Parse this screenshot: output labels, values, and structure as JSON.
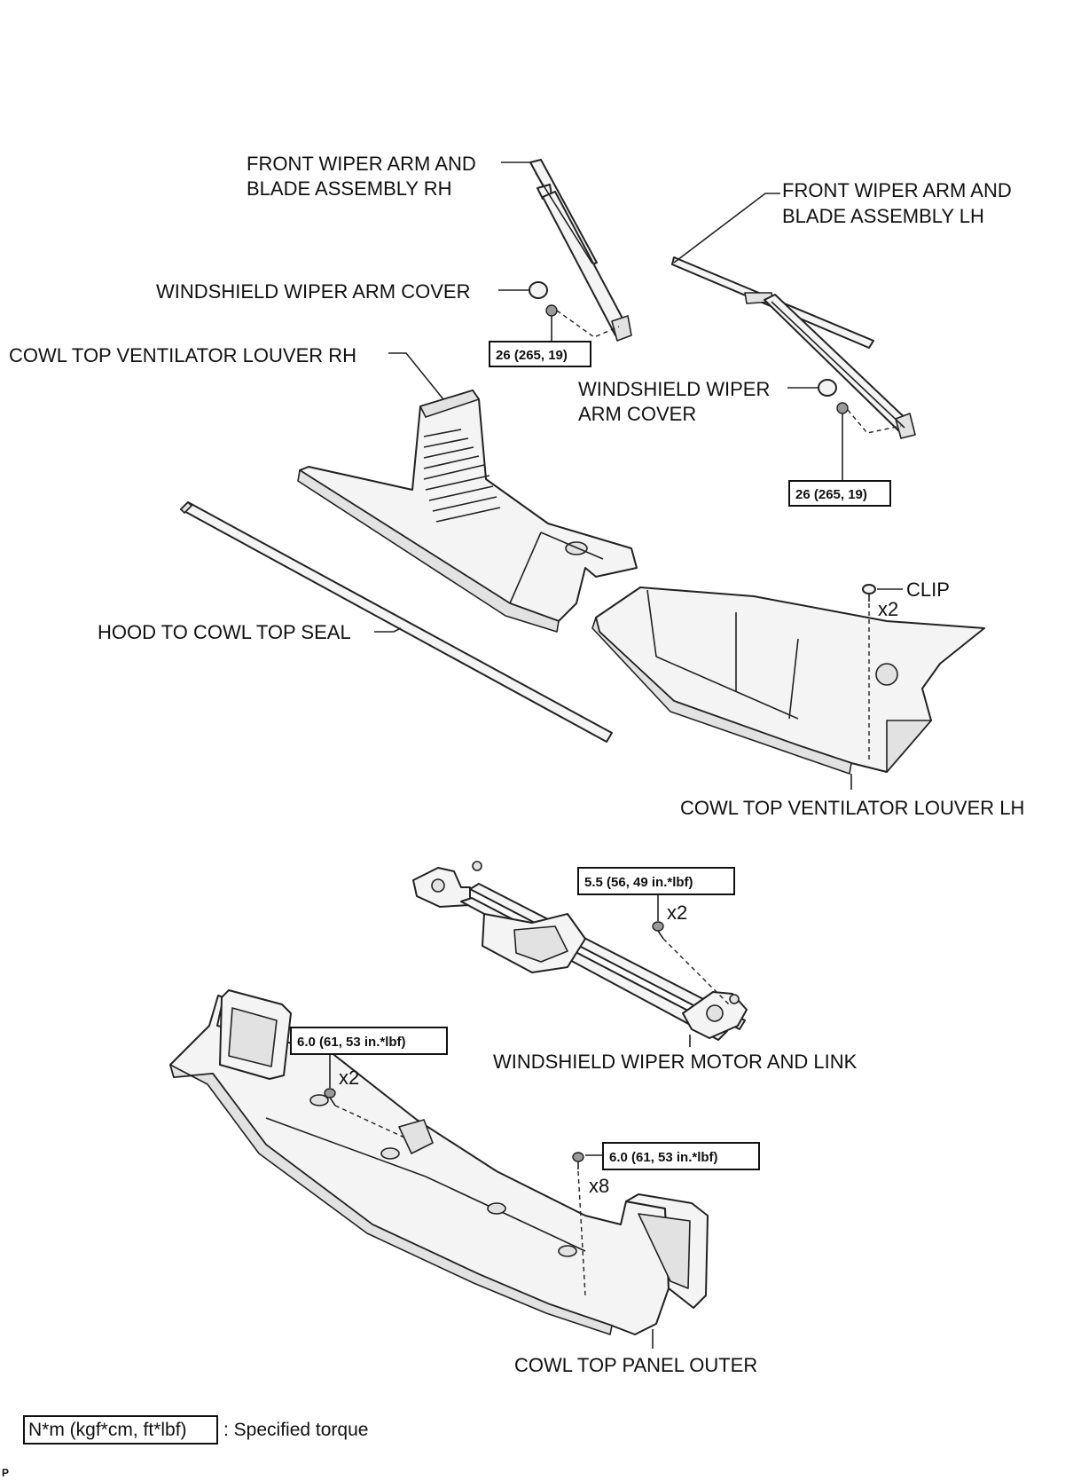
{
  "labels": {
    "wiper_arm_rh": [
      "FRONT WIPER ARM AND",
      "BLADE ASSEMBLY RH"
    ],
    "wiper_arm_lh": [
      "FRONT WIPER ARM AND",
      "BLADE ASSEMBLY LH"
    ],
    "arm_cover_rh": "WINDSHIELD WIPER ARM COVER",
    "arm_cover_lh": [
      "WINDSHIELD WIPER",
      "ARM COVER"
    ],
    "louver_rh": "COWL TOP VENTILATOR LOUVER RH",
    "louver_lh": "COWL TOP VENTILATOR LOUVER LH",
    "hood_seal": "HOOD TO COWL TOP SEAL",
    "clip": "CLIP",
    "motor_link": "WINDSHIELD WIPER MOTOR AND LINK",
    "panel_outer": "COWL TOP PANEL OUTER"
  },
  "torques": {
    "arm_nut_rh": "26 (265, 19)",
    "arm_nut_lh": "26 (265, 19)",
    "motor_bolt": "5.5 (56, 49 in.*lbf)",
    "panel_bolt_a": "6.0 (61, 53 in.*lbf)",
    "panel_bolt_b": "6.0 (61, 53 in.*lbf)"
  },
  "quantities": {
    "clip": "x2",
    "motor_bolt": "x2",
    "panel_bolt_a": "x2",
    "panel_bolt_b": "x8"
  },
  "legend": {
    "unit_box": "N*m (kgf*cm, ft*lbf)",
    "text": ": Specified torque"
  },
  "corner_mark": "P"
}
